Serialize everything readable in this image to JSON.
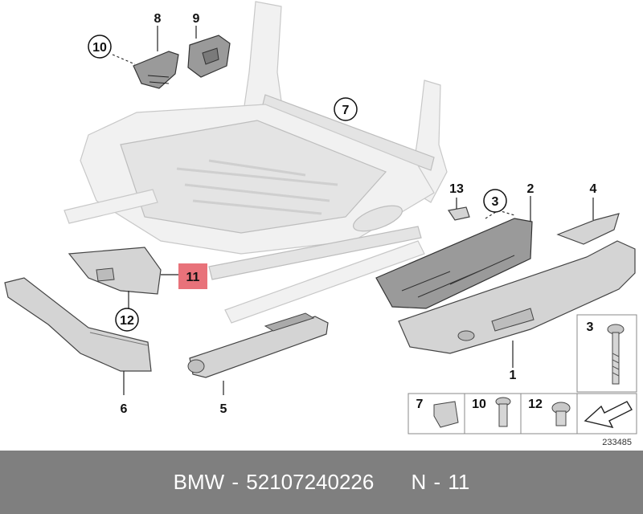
{
  "labels": {
    "p1": "1",
    "p2": "2",
    "p3_top": "3",
    "p4": "4",
    "p5": "5",
    "p6": "6",
    "p7_top": "7",
    "p8": "8",
    "p9": "9",
    "p10_top": "10",
    "p11": "11",
    "p12_top": "12",
    "p13": "13"
  },
  "legend": {
    "bolt": "3",
    "clip": "7",
    "screw_a": "10",
    "screw_b": "12"
  },
  "image_number": "233485",
  "footer": {
    "brand": "BMW",
    "part_number": "52107240226",
    "position": "N - 11",
    "text": "BMW - 52107240226     N - 11"
  },
  "colors": {
    "highlight": "#e8727a",
    "footer_bg": "#7f7f7f",
    "footer_text": "#ffffff"
  }
}
